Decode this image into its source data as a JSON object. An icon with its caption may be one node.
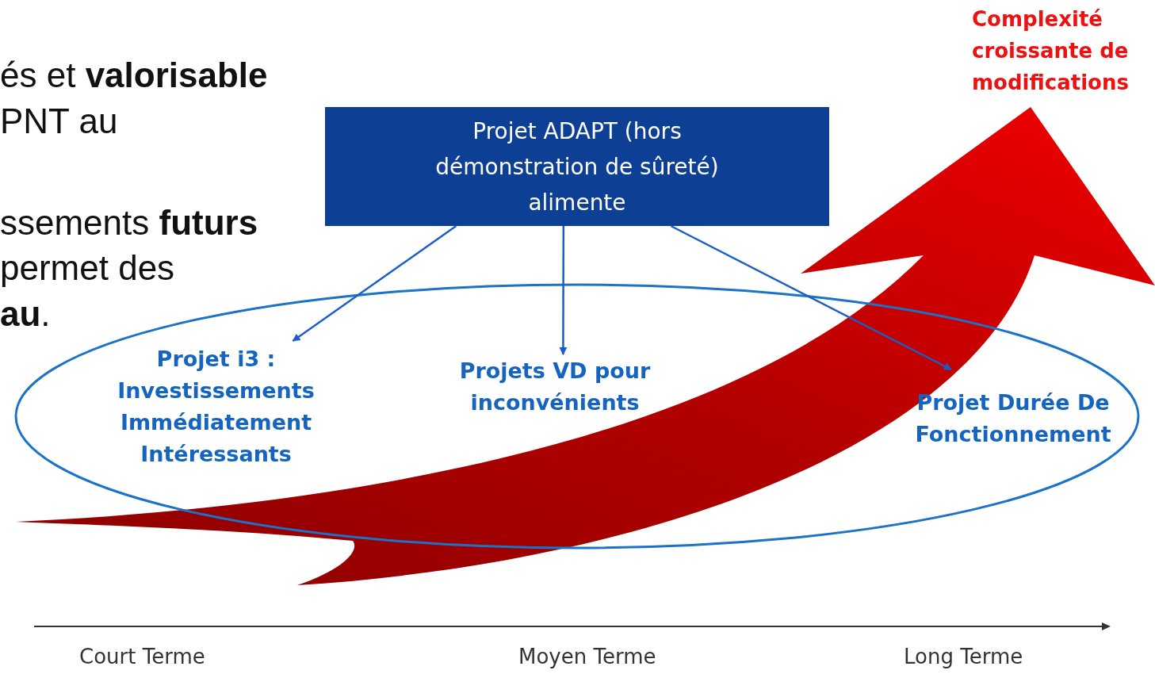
{
  "diagram": {
    "nodes": [
      {
        "text": [
          "Projet ADAPT (hors démonstration de sûreté) alimente"
        ]
      },
      {
        "text": [],
        "shape": "ellipse"
      },
      {
        "text": [
          "Projet i3 : Investissements Immédiatement Intéressants"
        ],
        "in": 1
      },
      {
        "text": [
          "Projets VD pour inconvénients"
        ],
        "in": 1
      },
      {
        "text": [
          "Projet Durée De Fonctionnement"
        ],
        "in": 1
      }
    ],
    "edges": [
      {
        "from": 0,
        "to": 2,
        "arrow": "to"
      },
      {
        "from": 0,
        "to": 3,
        "arrow": "to"
      },
      {
        "from": 0,
        "to": 4,
        "arrow": "to"
      }
    ],
    "labels": [
      "és et **valorisable**",
      "PNT au",
      "ssements **futurs**",
      "permet des",
      "**au**.",
      "Complexité croissante de modifications",
      "Court Terme",
      "Moyen Terme",
      "Long Terme"
    ]
  }
}
